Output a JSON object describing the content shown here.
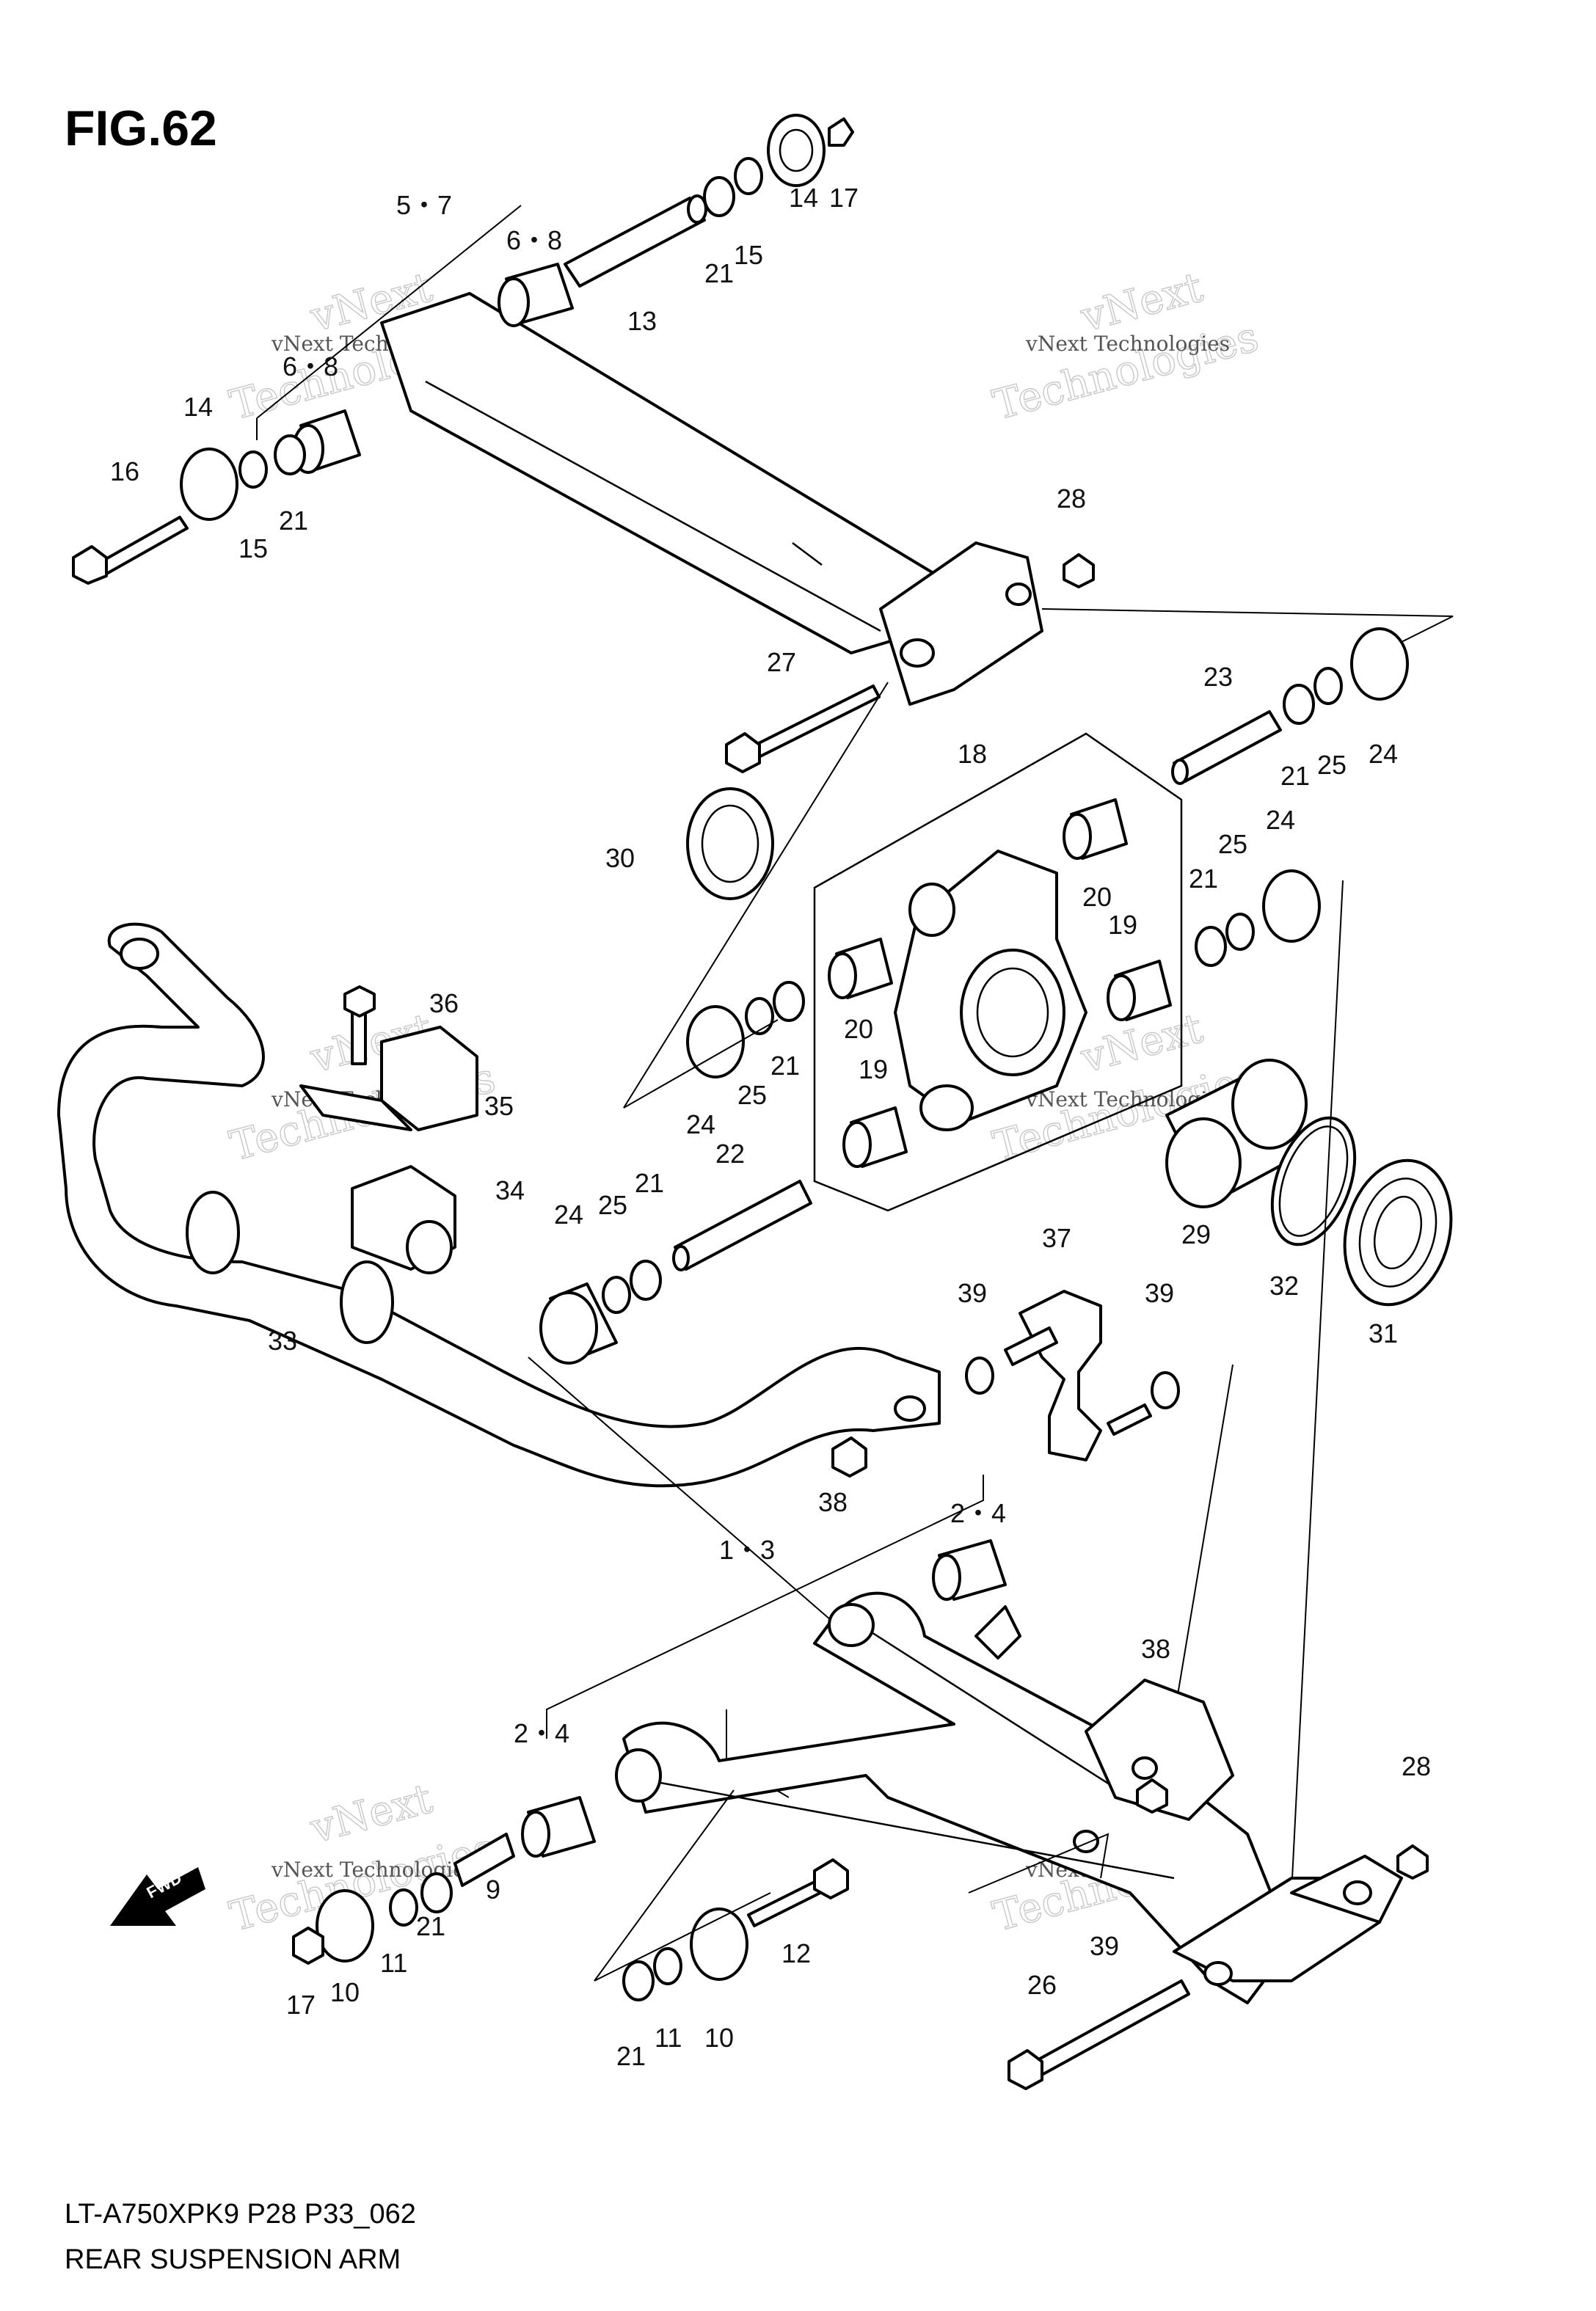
{
  "figure": {
    "title": "FIG.62",
    "model_code": "LT-A750XPK9 P28 P33_062",
    "caption": "REAR SUSPENSION ARM"
  },
  "watermark": {
    "line1": "vNext",
    "line2": "Technologies",
    "inline": "vNext Technologies"
  },
  "fwd_label": "FWD",
  "callouts": [
    {
      "label": "5・7"
    },
    {
      "label": "6・8"
    },
    {
      "label": "6・8"
    },
    {
      "label": "13"
    },
    {
      "label": "21"
    },
    {
      "label": "15"
    },
    {
      "label": "14"
    },
    {
      "label": "17"
    },
    {
      "label": "14"
    },
    {
      "label": "16"
    },
    {
      "label": "15"
    },
    {
      "label": "21"
    },
    {
      "label": "28"
    },
    {
      "label": "27"
    },
    {
      "label": "23"
    },
    {
      "label": "21"
    },
    {
      "label": "25"
    },
    {
      "label": "24"
    },
    {
      "label": "18"
    },
    {
      "label": "30"
    },
    {
      "label": "24"
    },
    {
      "label": "25"
    },
    {
      "label": "21"
    },
    {
      "label": "20"
    },
    {
      "label": "19"
    },
    {
      "label": "36"
    },
    {
      "label": "35"
    },
    {
      "label": "20"
    },
    {
      "label": "21"
    },
    {
      "label": "25"
    },
    {
      "label": "24"
    },
    {
      "label": "19"
    },
    {
      "label": "34"
    },
    {
      "label": "22"
    },
    {
      "label": "21"
    },
    {
      "label": "25"
    },
    {
      "label": "24"
    },
    {
      "label": "29"
    },
    {
      "label": "32"
    },
    {
      "label": "31"
    },
    {
      "label": "33"
    },
    {
      "label": "37"
    },
    {
      "label": "39"
    },
    {
      "label": "39"
    },
    {
      "label": "38"
    },
    {
      "label": "2・4"
    },
    {
      "label": "1・3"
    },
    {
      "label": "38"
    },
    {
      "label": "2・4"
    },
    {
      "label": "28"
    },
    {
      "label": "9"
    },
    {
      "label": "21"
    },
    {
      "label": "11"
    },
    {
      "label": "10"
    },
    {
      "label": "17"
    },
    {
      "label": "12"
    },
    {
      "label": "39"
    },
    {
      "label": "26"
    },
    {
      "label": "21"
    },
    {
      "label": "11"
    },
    {
      "label": "10"
    }
  ]
}
